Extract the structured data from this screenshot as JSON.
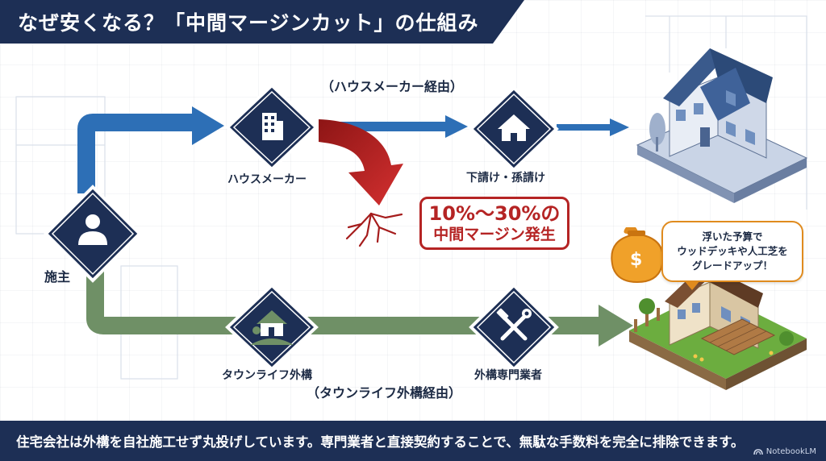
{
  "title": "なぜ安くなる？「中間マージンカット」の仕組み",
  "routes": {
    "top_label": "（ハウスメーカー経由）",
    "bottom_label": "（タウンライフ外構経由）"
  },
  "nodes": {
    "owner": "施主",
    "house_maker": "ハウスメーカー",
    "subcontractor": "下請け・孫請け",
    "townlife": "タウンライフ外構",
    "specialist": "外構専門業者"
  },
  "margin_callout": {
    "percent": "10%〜30%の",
    "text": "中間マージン発生"
  },
  "bubble": {
    "lines": [
      "浮いた予算で",
      "ウッドデッキや人工芝を",
      "グレードアップ！"
    ]
  },
  "money_bag_symbol": "$",
  "footer": {
    "message": "住宅会社は外構を自社施工せず丸投げしています。専門業者と直接契約することで、無駄な手数料を完全に排除できます。",
    "brand": "NotebookLM"
  },
  "colors": {
    "navy": "#1d2f55",
    "blue_arrow": "#2d6fb6",
    "green_arrow": "#6f9066",
    "red_arrow": "#c62828",
    "orange": "#e08b1e"
  },
  "icons": {
    "owner": "person-icon",
    "house_maker": "building-icon",
    "subcontractor": "house-icon",
    "townlife": "garden-house-icon",
    "specialist": "tools-icon"
  }
}
